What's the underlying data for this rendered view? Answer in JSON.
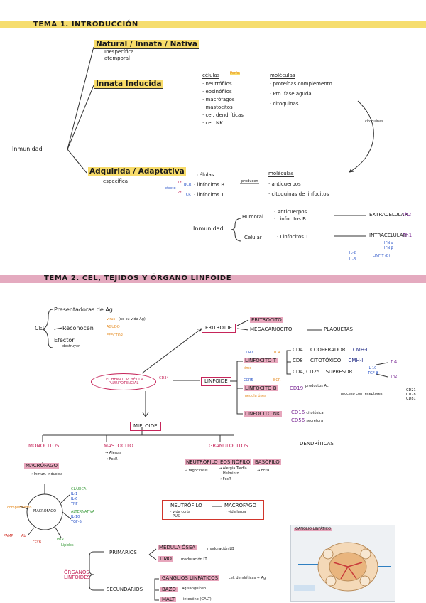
{
  "colors": {
    "yellow_band": "#f6dd6e",
    "pink_band": "#e4aabf",
    "accent_pink": "#c6255a",
    "accent_blue": "#2b55c8"
  },
  "tema1": {
    "title": "TEMA 1. INTRODUCCIÓN",
    "root": "Inmunidad",
    "natural": {
      "label": "Natural / Innata / Nativa",
      "sub1": "Inespecífica",
      "sub2": "atemporal"
    },
    "inducida": {
      "label": "Innata Inducida",
      "cells_head": "células",
      "cells_tag": "Perfo.",
      "cells": [
        "· neutrófilos",
        "· eosinófilos",
        "· macrófagos",
        "· mastocitos",
        "· cel. dendríticas",
        "· cel. NK"
      ],
      "mol_head": "moléculas",
      "mols": [
        "· proteínas complemento",
        "· Pro. fase aguda",
        "· citoquinas"
      ]
    },
    "citoquinas_arrow": "citoquinas",
    "adquirida": {
      "label": "Adquirida / Adaptativa",
      "sub": "específica",
      "cells_head": "células",
      "cells": [
        "· linfocitos B",
        "· linfocitos T"
      ],
      "mol_head": "moléculas",
      "mols": [
        "· anticuerpos",
        "· citoquinas de linfocitos"
      ],
      "bcr": "BCR",
      "tcr": "TCR",
      "bcr_tag": "1ª",
      "tcr_tag": "2ª",
      "left_tag": "efecto",
      "mid_tag": "producen"
    },
    "inmunidad2": {
      "label": "Inmunidad",
      "humoral": "Humoral",
      "humoral_items": [
        "· Anticuerpos",
        "· Linfocitos B"
      ],
      "humoral_result": "EXTRACELULAR",
      "humoral_th": "Th2",
      "celular": "Celular",
      "celular_item": "· Linfocitos T",
      "celular_result": "INTRACELULAR",
      "celular_th": "Th1",
      "ifn": [
        "IFN α",
        "IFN β"
      ],
      "il2": "IL-2",
      "il3": "IL-3",
      "lt": "LINF T (B)"
    }
  },
  "tema2": {
    "title": "TEMA 2. CEL, TEJIDOS Y ÓRGANO LINFOIDE",
    "cel": "CEL",
    "cel_funcs": [
      "Presentadoras de Ag",
      "Reconocen",
      "Efector"
    ],
    "virus_tag": "virus",
    "virus_note": "(no su vida Ag)",
    "orange_tags": [
      "AGUDO",
      "EFECTOR"
    ],
    "destruyen": "destruyen",
    "stem": "CEL HEMATOPOYÉTICA PLURIPOTENCIAL",
    "stem_tag": "CD34",
    "eritroide": "ERITROIDE",
    "eritrocito": "ERITROCITO",
    "megacario": "MEGACARIOCITO",
    "plaquetas": "PLAQUETAS",
    "linfoide": "LINFOIDE",
    "ccr7": "CCR7",
    "tcr": "TCR",
    "linf_t": "LINFOCITO T",
    "linf_t_tag": "timo",
    "cd4": "CD4",
    "cd4_f": "COOPERADOR",
    "cmh2": "CMH-II",
    "cd8": "CD8",
    "cd8_f": "CITOTÓXICO",
    "cmh1": "CMH-I",
    "cd25": "CD4, CD25",
    "cd25_f": "SUPRESOR",
    "il10": "IL-10",
    "tgfb": "TGF-β",
    "th1": "Th1",
    "th2": "Th2",
    "ccr5": "CCR5",
    "bcr": "BCR",
    "linf_b": "LINFOCITO B",
    "linf_b_tag": "médula ósea",
    "cd19": "CD19",
    "cd19_note": "productos Ac",
    "cd19_note2": "proceso con receptores",
    "side_cd": [
      "CD21",
      "CD28",
      "CD81"
    ],
    "linf_nk": "LINFOCITO NK",
    "cd16": "CD16",
    "cd16_f": "citotóxica",
    "cd56": "CD56",
    "cd56_f": "secretora",
    "mieloide": "MIELOIDE",
    "monocitos": "MONOCITOS",
    "mastocito": "MASTOCITO",
    "mastocito_items": [
      "→ Alergia",
      "→ FcεR"
    ],
    "granulocitos": "GRANULOCITOS",
    "dendriticas": "DENDRÍTICAS",
    "macrofago": "MACRÓFAGO",
    "inmun_inducida": "→ Inmun. Inducida",
    "neutrofilo": "NEUTRÓFILO",
    "neutrofilo_item": "→ fagocitosis",
    "eosinofilo": "EOSINÓFILO",
    "eosinofilo_items": [
      "→ Alergia Tardía",
      "Helminto",
      "→ FcεR"
    ],
    "basofilo": "BASÓFILO",
    "basofilo_item": "→ FcεR",
    "wheel_center": "MACRÓFAGO",
    "wheel_labels": [
      "CLÁSICA",
      "IL-1",
      "IL-6",
      "TNF",
      "ALTERNATIVA",
      "IL-10",
      "TGF-β",
      "PRR",
      "Lípidos"
    ],
    "wheel_left": [
      "complemento",
      "Ab",
      "PAMP",
      "FcγR"
    ],
    "compare_left": "NEUTRÓFILO",
    "compare_right": "MACRÓFAGO",
    "compare_l_items": [
      "· vida corta",
      "· PUS"
    ],
    "compare_r_items": [
      "· vida larga"
    ],
    "organos": "ÓRGANOS LINFOIDES",
    "primarios": "PRIMARIOS",
    "medula": "MÉDULA ÓSEA",
    "medula_note": "maduración LB",
    "timo": "TIMO",
    "timo_note": "maduración LT",
    "secundarios": "SECUNDARIOS",
    "ganglios": "GANGLIOS LINFÁTICOS",
    "ganglios_note": "cel. dendríticas + Ag",
    "bazo": "BAZO",
    "bazo_note": "Ag sanguíneo",
    "malt": "MALT",
    "malt_note": "intestino (GALT)",
    "figure_title": "GANGLIO LINFÁTICO"
  }
}
